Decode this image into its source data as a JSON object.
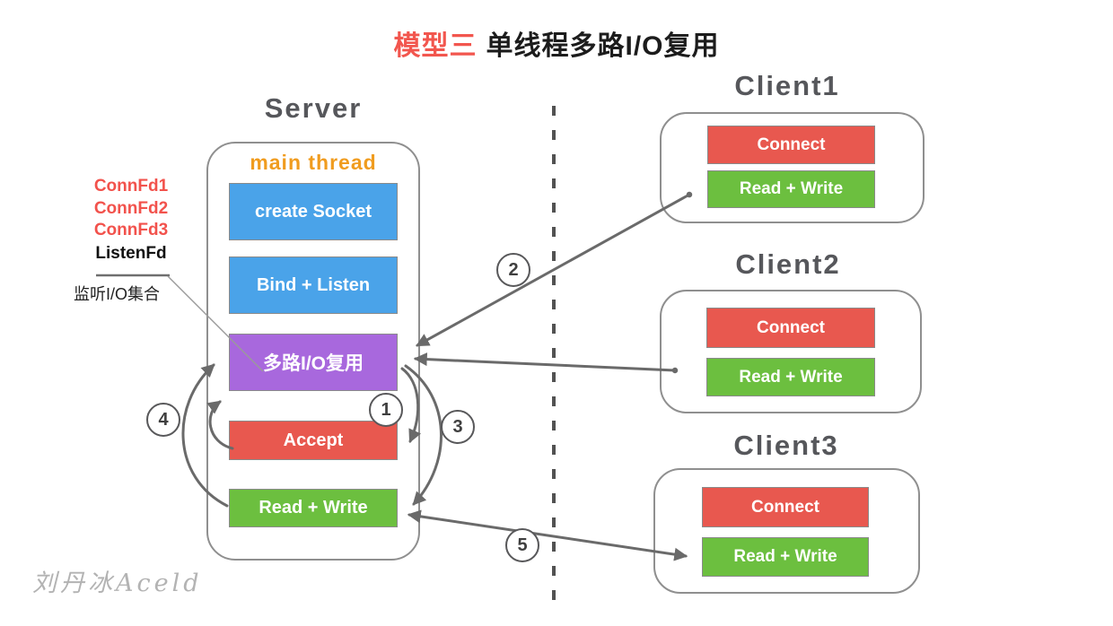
{
  "title": {
    "model": "模型三",
    "rest": "单线程多路I/O复用"
  },
  "server": {
    "title": "Server",
    "thread_label": "main thread",
    "steps": [
      {
        "label": "create Socket",
        "color": "#4aa3e9"
      },
      {
        "label": "Bind + Listen",
        "color": "#4aa3e9"
      },
      {
        "label": "多路I/O复用",
        "color": "#a868dd"
      },
      {
        "label": "Accept",
        "color": "#e8584f"
      },
      {
        "label": "Read + Write",
        "color": "#6cbf3f"
      }
    ]
  },
  "fd": {
    "conn": [
      "ConnFd1",
      "ConnFd2",
      "ConnFd3"
    ],
    "listen": "ListenFd",
    "caption": "监听I/O集合"
  },
  "clients": [
    {
      "title": "Client1",
      "connect": "Connect",
      "readwrite": "Read + Write"
    },
    {
      "title": "Client2",
      "connect": "Connect",
      "readwrite": "Read + Write"
    },
    {
      "title": "Client3",
      "connect": "Connect",
      "readwrite": "Read + Write"
    }
  ],
  "badges": [
    "1",
    "2",
    "3",
    "4",
    "5"
  ],
  "watermark": "刘丹冰Aceld",
  "colors": {
    "title_highlight": "#f2564e",
    "thread_label": "#f09c1f",
    "fd_conn": "#f2524c",
    "box_blue": "#4aa3e9",
    "box_purple": "#a868dd",
    "box_red": "#e8584f",
    "box_green": "#6cbf3f",
    "section_title": "#56575b",
    "arrow": "#6a6a6a",
    "watermark": "#b3b3b3"
  }
}
